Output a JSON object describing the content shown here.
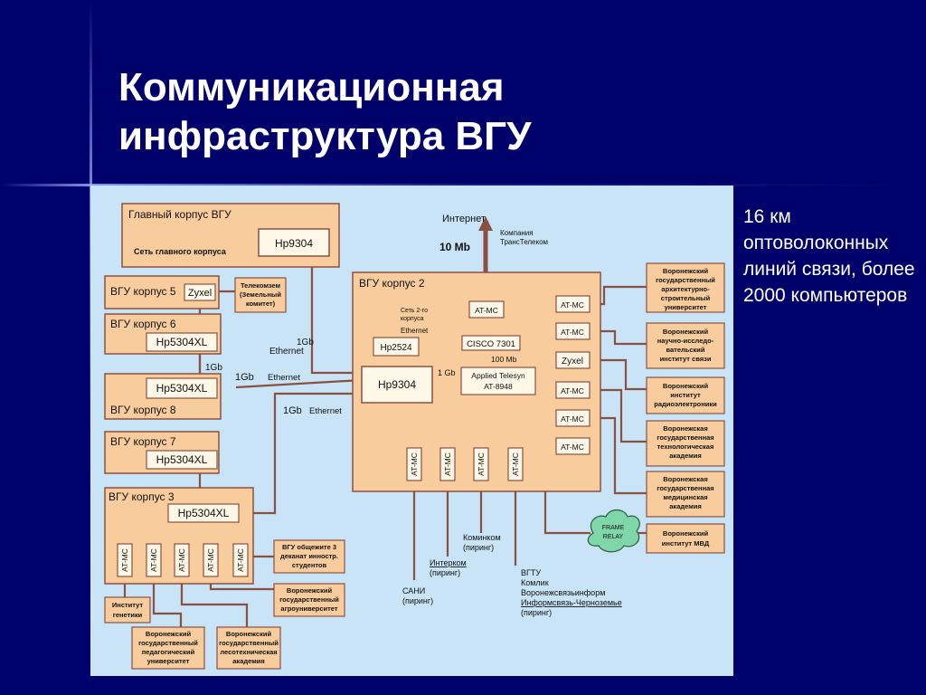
{
  "slide": {
    "title_line1": "Коммуникационная",
    "title_line2": "инфраструктура ВГУ",
    "side_text": "16 км оптоволоконных линий связи, более 2000 компьютеров"
  },
  "diagram": {
    "main_building": {
      "title": "Главный корпус ВГУ",
      "subtitle": "Сеть главного корпуса",
      "switch": "Hp9304"
    },
    "b5": {
      "title": "ВГУ корпус 5",
      "device": "Zyxel"
    },
    "telecomzem": "Телекомзем (Земельный комитет)",
    "b6": {
      "title": "ВГУ корпус 6",
      "device": "Hp5304XL"
    },
    "b8": {
      "title": "ВГУ корпус 8",
      "device": "Hp5304XL"
    },
    "b7": {
      "title": "ВГУ корпус 7",
      "device": "Hp5304XL"
    },
    "b3": {
      "title": "ВГУ корпус 3",
      "device": "Hp5304XL"
    },
    "b3_converters": [
      "AT-MC",
      "AT-MC",
      "AT-MC",
      "AT-MC",
      "AT-MC"
    ],
    "dorm": "ВГУ общежите 3 деканат инностр. студентов",
    "genetics": "Институт генетики",
    "agro": "Воронежский государственный агроуниверситет",
    "pedagog": "Воронежский государственный педагогический университет",
    "forestry": "Воронежский государственный лесотехническая академия",
    "links": {
      "gb1_top_a": "1Gb",
      "gb1_top_b": "Ethernet",
      "gb1_small": "1Gb",
      "gb1_mid_a": "1Gb",
      "gb1_mid_b": "Ethernet",
      "gb1_low_a": "1Gb",
      "gb1_low_b": "Ethernet",
      "gb1_core": "1 Gb",
      "mb100": "100 Mb"
    },
    "internet": {
      "label": "Интернет",
      "speed": "10 Mb",
      "provider": "Компания ТрансТелеком"
    },
    "b2": {
      "title": "ВГУ корпус 2",
      "floor_net": "Сеть 2-го корпуса",
      "ethernet": "Ethernet",
      "hp2524": "Hp2524",
      "core": "Hp9304",
      "atmc_top": "AT-MC",
      "cisco": "CISCO 7301",
      "telesyn_a": "Applied Telesyn",
      "telesyn_b": "AT-8948",
      "vertical_mc": [
        "AT-MC",
        "AT-MC",
        "AT-MC",
        "AT-MC"
      ]
    },
    "right_mc": [
      "AT-MC",
      "AT-MC",
      "Zyxel",
      "AT-MC",
      "AT-MC",
      "AT-MC"
    ],
    "institutions": [
      "Воронежский государственный архитектурно-строительный университет",
      "Воронежский научно-исследо-вательский институт связи",
      "Воронежский институт радиоэлектроники",
      "Воронежская государственная технологическая академия",
      "Воронежская государственная медицинская академия",
      "Воронежский институт МВД"
    ],
    "frame_relay": "FRAME RELAY",
    "peering": {
      "kominkom": "Коминком (пиринг)",
      "interkom": "Интерком (пиринг)",
      "sani": "САНИ (пиринг)",
      "vgtu_l1": "ВГТУ",
      "vgtu_l2": "Комлик",
      "vgtu_l3": "Воронежсвязьинформ",
      "vgtu_l4": "Информсвязь-Черноземье",
      "vgtu_l5": "(пиринг)"
    }
  },
  "colors": {
    "background": "#00006b",
    "panel": "#c8e4f6",
    "box_fill": "#f8cc9c",
    "line": "#8a5142",
    "device_fill": "#fff8e8"
  }
}
